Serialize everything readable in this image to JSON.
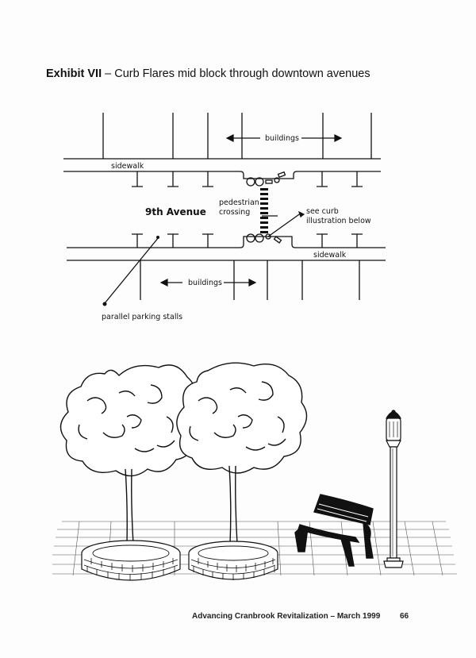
{
  "header": {
    "exhibit_label": "Exhibit VII",
    "exhibit_dash": " – ",
    "exhibit_title": "Curb Flares mid block through downtown avenues"
  },
  "plan_diagram": {
    "buildings_top": "buildings",
    "sidewalk_top": "sidewalk",
    "avenue_label": "9th Avenue",
    "pedestrian_line1": "pedestrian",
    "pedestrian_line2": "crossing",
    "curb_note_line1": "see curb",
    "curb_note_line2": "illustration below",
    "sidewalk_bottom": "sidewalk",
    "buildings_bottom": "buildings",
    "parking_label": "parallel parking stalls"
  },
  "footer": {
    "text": "Advancing Cranbrook Revitalization – March 1999",
    "page_number": "66"
  },
  "colors": {
    "ink": "#111111",
    "paper": "#fdfdfd"
  }
}
